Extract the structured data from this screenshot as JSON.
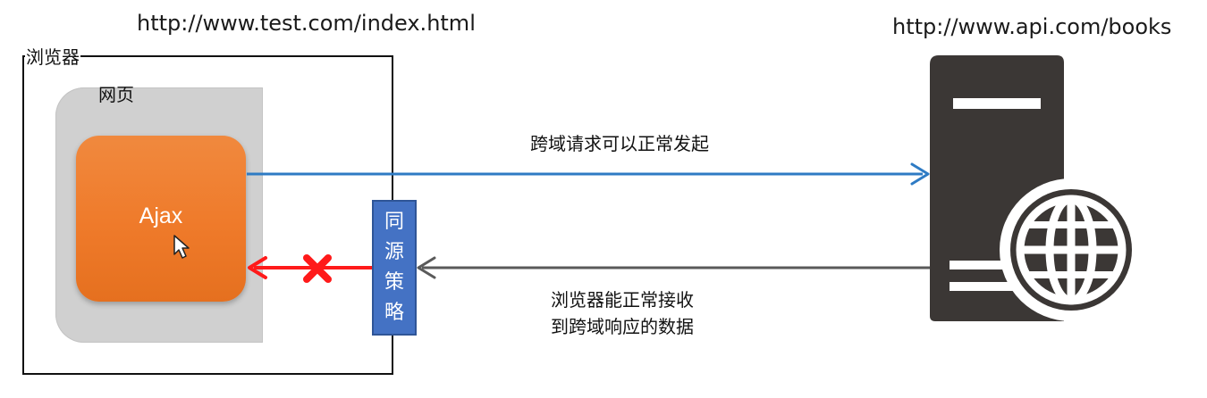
{
  "browser": {
    "url": "http://www.test.com/index.html",
    "label": "浏览器",
    "webpage_label": "网页",
    "ajax_label": "Ajax"
  },
  "server": {
    "url": "http://www.api.com/books"
  },
  "policy": {
    "chars": [
      "同",
      "源",
      "策",
      "略"
    ]
  },
  "request_arrow": {
    "label": "跨域请求可以正常发起",
    "color": "#2e7bc4"
  },
  "response_arrow": {
    "label_line1": "浏览器能正常接收",
    "label_line2": "到跨域响应的数据",
    "color": "#5a5a5a"
  },
  "blocked_arrow": {
    "color": "#ff1a1a"
  },
  "colors": {
    "ajax": "#ef7a2a",
    "policy": "#4472c4",
    "server": "#3b3735"
  }
}
